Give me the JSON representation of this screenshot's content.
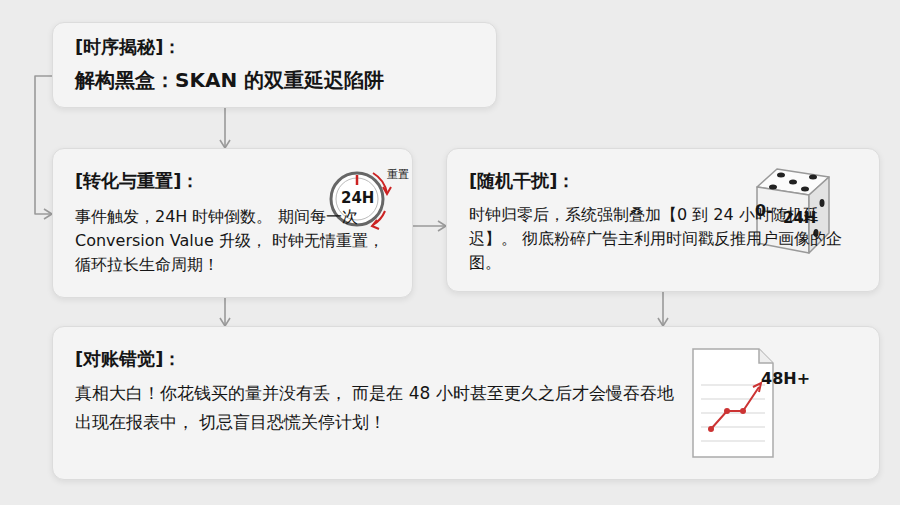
{
  "diagram": {
    "nodes": [
      {
        "text": [
          "[时序揭秘]：",
          "解构黑盒：SKAN 的双重延迟陷阱"
        ]
      },
      {
        "text": [
          "[转化与重置]：",
          "事件触发，24H 时钟倒数。 期间每一次 Conversion Value 升级， 时钟无情重置，循环拉长生命周期！"
        ]
      },
      {
        "text": [
          "[随机干扰]：",
          "时钟归零后，系统强制叠加【0 到 24 小时随机延迟】。 彻底粉碎广告主利用时间戳反推用户画像的企图。"
        ]
      },
      {
        "text": [
          "[对账错觉]：",
          "真相大白！你花钱买的量并没有丢， 而是在 48 小时甚至更久之后才会慢吞吞地出现在报表中， 切忌盲目恐慌关停计划！"
        ]
      }
    ],
    "edges": [
      {
        "from": 0,
        "to": 1,
        "arrow": "to"
      },
      {
        "from": 0,
        "to": 1,
        "arrow": "to"
      },
      {
        "from": 1,
        "to": 2,
        "arrow": "to"
      },
      {
        "from": 1,
        "to": 3,
        "arrow": "to"
      },
      {
        "from": 2,
        "to": 3,
        "arrow": "to"
      }
    ],
    "labels": [
      "24H",
      "重置",
      "0-",
      "24H",
      "48H+"
    ]
  }
}
